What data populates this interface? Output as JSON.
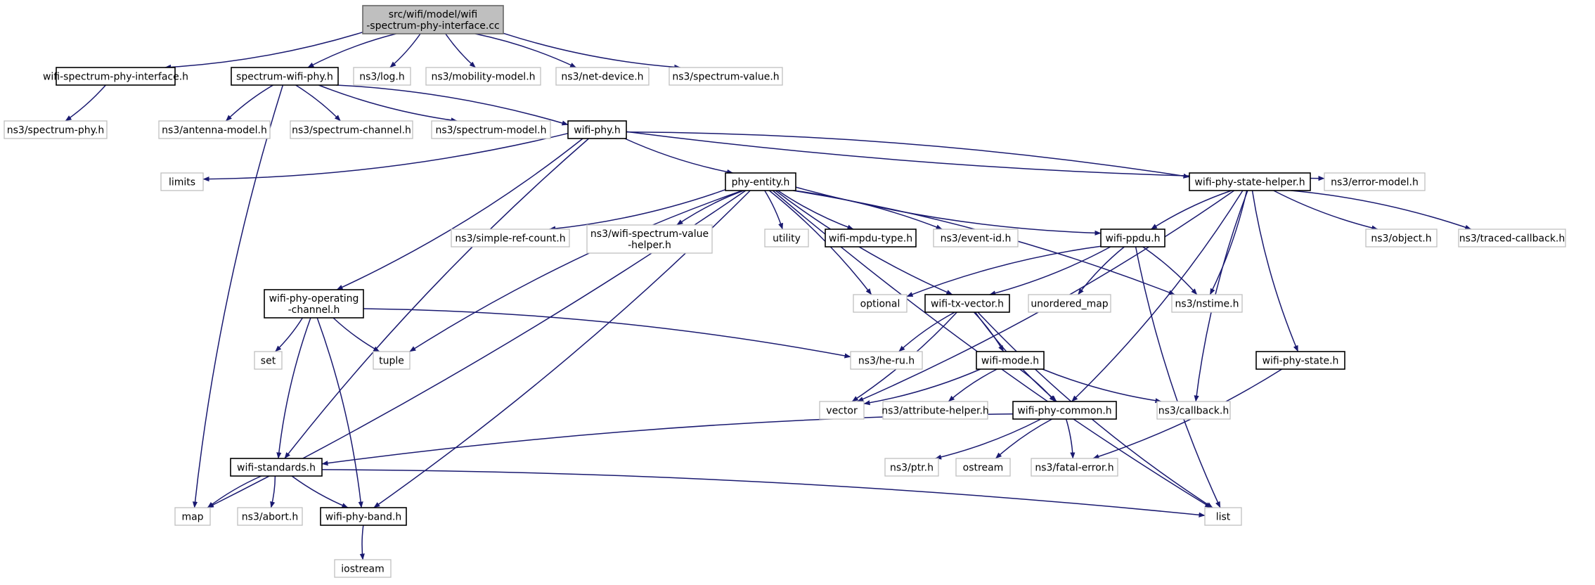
{
  "nodes": [
    {
      "id": "root",
      "lines": [
        "src/wifi/model/wifi",
        "-spectrum-phy-interface.cc"
      ],
      "style": "root"
    },
    {
      "id": "wspi",
      "lines": [
        "wifi-spectrum-phy-interface.h"
      ],
      "style": "primary"
    },
    {
      "id": "swp",
      "lines": [
        "spectrum-wifi-phy.h"
      ],
      "style": "primary"
    },
    {
      "id": "log",
      "lines": [
        "ns3/log.h"
      ],
      "style": "external"
    },
    {
      "id": "mobility",
      "lines": [
        "ns3/mobility-model.h"
      ],
      "style": "external"
    },
    {
      "id": "netdevice",
      "lines": [
        "ns3/net-device.h"
      ],
      "style": "external"
    },
    {
      "id": "specvalue",
      "lines": [
        "ns3/spectrum-value.h"
      ],
      "style": "external"
    },
    {
      "id": "specphy",
      "lines": [
        "ns3/spectrum-phy.h"
      ],
      "style": "external"
    },
    {
      "id": "antenna",
      "lines": [
        "ns3/antenna-model.h"
      ],
      "style": "external"
    },
    {
      "id": "specchan",
      "lines": [
        "ns3/spectrum-channel.h"
      ],
      "style": "external"
    },
    {
      "id": "specmodel",
      "lines": [
        "ns3/spectrum-model.h"
      ],
      "style": "external"
    },
    {
      "id": "wifiphy",
      "lines": [
        "wifi-phy.h"
      ],
      "style": "primary"
    },
    {
      "id": "limits",
      "lines": [
        "limits"
      ],
      "style": "external"
    },
    {
      "id": "phyentity",
      "lines": [
        "phy-entity.h"
      ],
      "style": "primary"
    },
    {
      "id": "statehelper",
      "lines": [
        "wifi-phy-state-helper.h"
      ],
      "style": "primary"
    },
    {
      "id": "errormodel",
      "lines": [
        "ns3/error-model.h"
      ],
      "style": "external"
    },
    {
      "id": "simpleref",
      "lines": [
        "ns3/simple-ref-count.h"
      ],
      "style": "external"
    },
    {
      "id": "wsvh",
      "lines": [
        "ns3/wifi-spectrum-value",
        "-helper.h"
      ],
      "style": "external"
    },
    {
      "id": "utility",
      "lines": [
        "utility"
      ],
      "style": "external"
    },
    {
      "id": "mpdutype",
      "lines": [
        "wifi-mpdu-type.h"
      ],
      "style": "primary"
    },
    {
      "id": "eventid",
      "lines": [
        "ns3/event-id.h"
      ],
      "style": "external"
    },
    {
      "id": "ppdu",
      "lines": [
        "wifi-ppdu.h"
      ],
      "style": "primary"
    },
    {
      "id": "object",
      "lines": [
        "ns3/object.h"
      ],
      "style": "external"
    },
    {
      "id": "traced",
      "lines": [
        "ns3/traced-callback.h"
      ],
      "style": "external"
    },
    {
      "id": "opchannel",
      "lines": [
        "wifi-phy-operating",
        "-channel.h"
      ],
      "style": "primary"
    },
    {
      "id": "optional",
      "lines": [
        "optional"
      ],
      "style": "external"
    },
    {
      "id": "txvector",
      "lines": [
        "wifi-tx-vector.h"
      ],
      "style": "primary"
    },
    {
      "id": "unordered",
      "lines": [
        "unordered_map"
      ],
      "style": "external"
    },
    {
      "id": "nstime",
      "lines": [
        "ns3/nstime.h"
      ],
      "style": "external"
    },
    {
      "id": "set",
      "lines": [
        "set"
      ],
      "style": "external"
    },
    {
      "id": "tuple",
      "lines": [
        "tuple"
      ],
      "style": "external"
    },
    {
      "id": "heru",
      "lines": [
        "ns3/he-ru.h"
      ],
      "style": "external"
    },
    {
      "id": "wifimode",
      "lines": [
        "wifi-mode.h"
      ],
      "style": "primary"
    },
    {
      "id": "phystate",
      "lines": [
        "wifi-phy-state.h"
      ],
      "style": "primary"
    },
    {
      "id": "vector",
      "lines": [
        "vector"
      ],
      "style": "external"
    },
    {
      "id": "attrhelper",
      "lines": [
        "ns3/attribute-helper.h"
      ],
      "style": "external"
    },
    {
      "id": "phycommon",
      "lines": [
        "wifi-phy-common.h"
      ],
      "style": "primary"
    },
    {
      "id": "callback",
      "lines": [
        "ns3/callback.h"
      ],
      "style": "external"
    },
    {
      "id": "standards",
      "lines": [
        "wifi-standards.h"
      ],
      "style": "primary"
    },
    {
      "id": "ptr",
      "lines": [
        "ns3/ptr.h"
      ],
      "style": "external"
    },
    {
      "id": "ostream",
      "lines": [
        "ostream"
      ],
      "style": "external"
    },
    {
      "id": "fatal",
      "lines": [
        "ns3/fatal-error.h"
      ],
      "style": "external"
    },
    {
      "id": "map",
      "lines": [
        "map"
      ],
      "style": "external"
    },
    {
      "id": "abort",
      "lines": [
        "ns3/abort.h"
      ],
      "style": "external"
    },
    {
      "id": "band",
      "lines": [
        "wifi-phy-band.h"
      ],
      "style": "primary"
    },
    {
      "id": "list",
      "lines": [
        "list"
      ],
      "style": "external"
    },
    {
      "id": "iostream",
      "lines": [
        "iostream"
      ],
      "style": "external"
    }
  ],
  "edges": [
    [
      "root",
      "wspi"
    ],
    [
      "root",
      "swp"
    ],
    [
      "root",
      "log"
    ],
    [
      "root",
      "mobility"
    ],
    [
      "root",
      "netdevice"
    ],
    [
      "root",
      "specvalue"
    ],
    [
      "wspi",
      "specphy"
    ],
    [
      "swp",
      "antenna"
    ],
    [
      "swp",
      "specchan"
    ],
    [
      "swp",
      "specmodel"
    ],
    [
      "swp",
      "wifiphy"
    ],
    [
      "swp",
      "map"
    ],
    [
      "wifiphy",
      "limits"
    ],
    [
      "wifiphy",
      "phyentity"
    ],
    [
      "wifiphy",
      "statehelper"
    ],
    [
      "wifiphy",
      "errormodel"
    ],
    [
      "wifiphy",
      "opchannel"
    ],
    [
      "wifiphy",
      "standards"
    ],
    [
      "phyentity",
      "simpleref"
    ],
    [
      "phyentity",
      "wsvh"
    ],
    [
      "phyentity",
      "utility"
    ],
    [
      "phyentity",
      "mpdutype"
    ],
    [
      "phyentity",
      "eventid"
    ],
    [
      "phyentity",
      "ppdu"
    ],
    [
      "phyentity",
      "optional"
    ],
    [
      "phyentity",
      "txvector"
    ],
    [
      "phyentity",
      "nstime"
    ],
    [
      "phyentity",
      "list"
    ],
    [
      "phyentity",
      "map"
    ],
    [
      "phyentity",
      "tuple"
    ],
    [
      "phyentity",
      "band"
    ],
    [
      "statehelper",
      "object"
    ],
    [
      "statehelper",
      "traced"
    ],
    [
      "statehelper",
      "ppdu"
    ],
    [
      "statehelper",
      "nstime"
    ],
    [
      "statehelper",
      "phystate"
    ],
    [
      "statehelper",
      "phycommon"
    ],
    [
      "statehelper",
      "callback"
    ],
    [
      "statehelper",
      "vector"
    ],
    [
      "ppdu",
      "optional"
    ],
    [
      "ppdu",
      "txvector"
    ],
    [
      "ppdu",
      "unordered"
    ],
    [
      "ppdu",
      "nstime"
    ],
    [
      "ppdu",
      "list"
    ],
    [
      "opchannel",
      "set"
    ],
    [
      "opchannel",
      "tuple"
    ],
    [
      "opchannel",
      "heru"
    ],
    [
      "opchannel",
      "standards"
    ],
    [
      "opchannel",
      "band"
    ],
    [
      "txvector",
      "heru"
    ],
    [
      "txvector",
      "wifimode"
    ],
    [
      "txvector",
      "phycommon"
    ],
    [
      "txvector",
      "vector"
    ],
    [
      "txvector",
      "list"
    ],
    [
      "wifimode",
      "vector"
    ],
    [
      "wifimode",
      "attrhelper"
    ],
    [
      "wifimode",
      "phycommon"
    ],
    [
      "wifimode",
      "callback"
    ],
    [
      "phystate",
      "fatal"
    ],
    [
      "phycommon",
      "standards"
    ],
    [
      "phycommon",
      "ptr"
    ],
    [
      "phycommon",
      "ostream"
    ],
    [
      "phycommon",
      "fatal"
    ],
    [
      "standards",
      "map"
    ],
    [
      "standards",
      "abort"
    ],
    [
      "standards",
      "band"
    ],
    [
      "standards",
      "list"
    ],
    [
      "band",
      "iostream"
    ]
  ]
}
